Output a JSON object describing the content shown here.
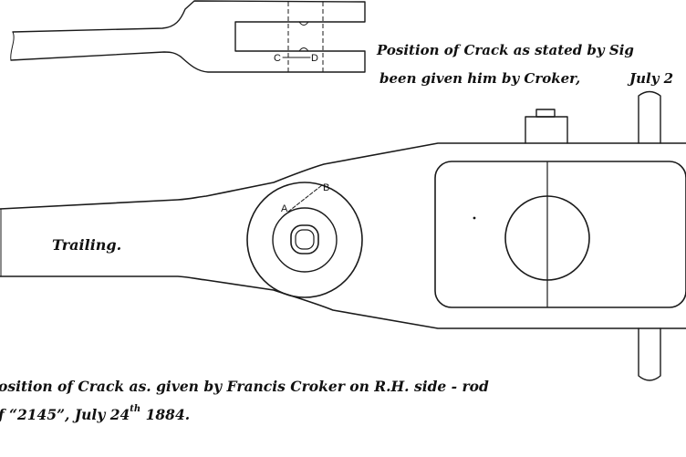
{
  "top_caption": {
    "line1": "Position of Crack as stated by Sig",
    "line2": "been given him by Croker,",
    "line2_date": "July 2"
  },
  "labels": {
    "point_c": "C",
    "point_d": "D",
    "point_a": "A",
    "point_b": "B",
    "trailing": "Trailing."
  },
  "bottom_caption": {
    "line1": "osition of Crack as. given by Francis Croker on R.H. side - rod",
    "line2_start": "f “2145”, July 24",
    "line2_super": "th",
    "line2_end": " 1884."
  }
}
